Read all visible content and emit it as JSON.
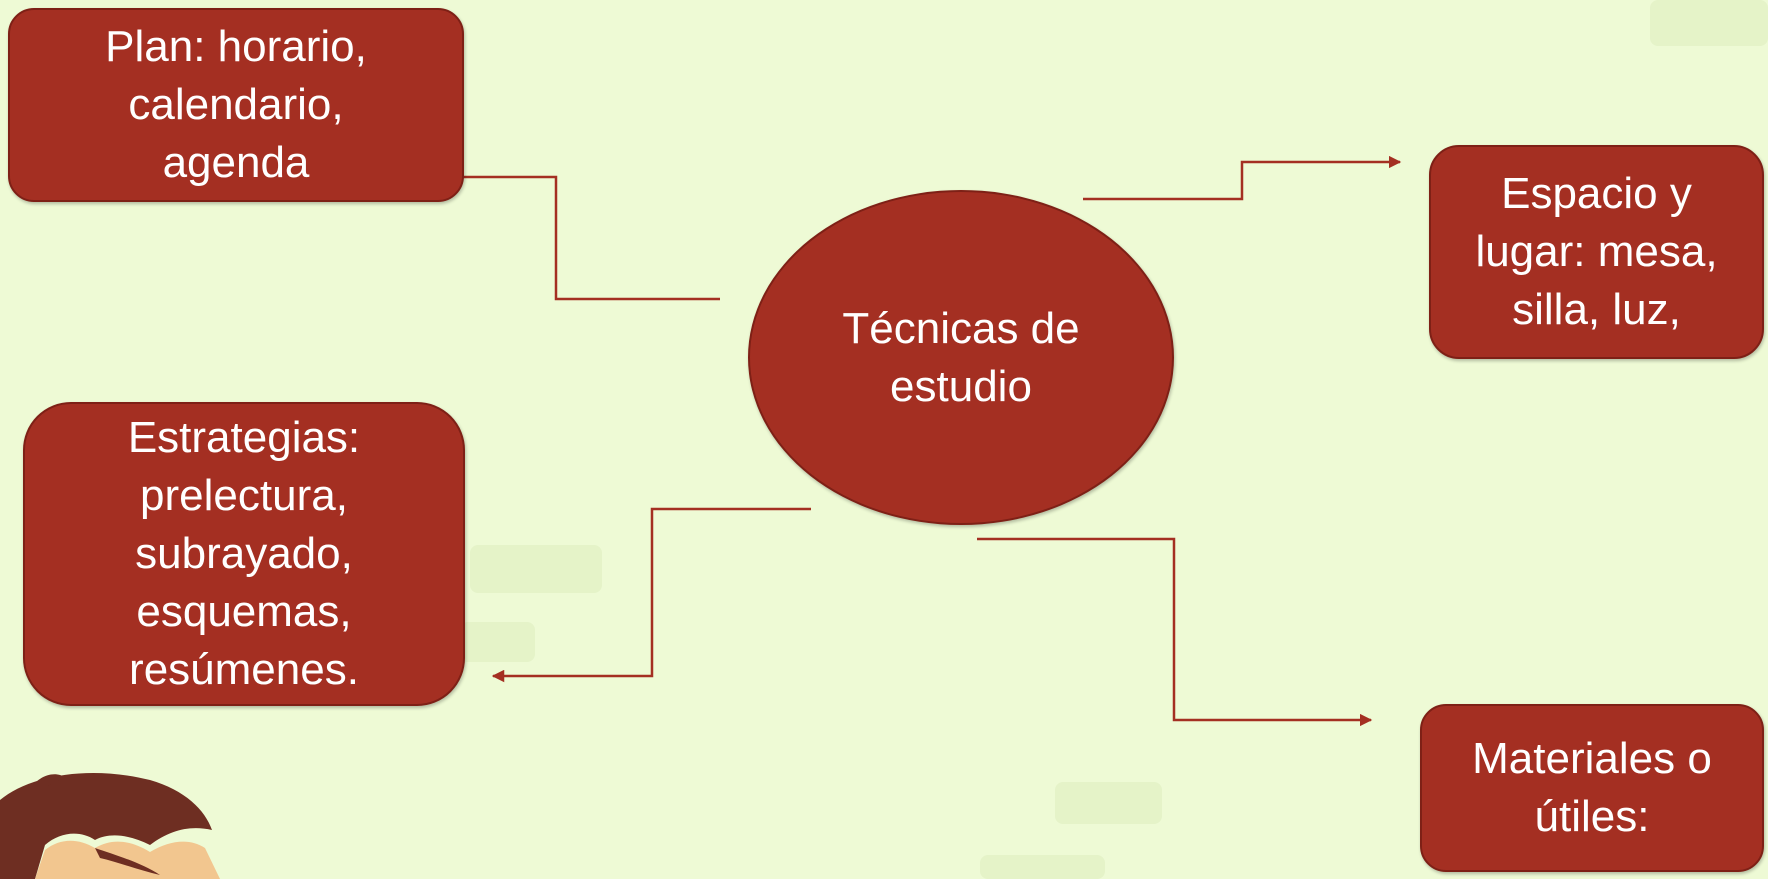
{
  "diagram": {
    "center": {
      "label": "Técnicas de\nestudio"
    },
    "nodes": {
      "plan": {
        "label": "Plan: horario,\ncalendario,\nagenda"
      },
      "espacio": {
        "label": "Espacio y\nlugar: mesa,\nsilla, luz,"
      },
      "estrategias": {
        "label": "Estrategias:\nprelectura,\nsubrayado,\nesquemas,\nresúmenes."
      },
      "materiales": {
        "label": "Materiales o\nútiles:"
      }
    },
    "colors": {
      "node_fill": "#a42f22",
      "node_border": "#7e2016",
      "connector": "#a42f22",
      "text": "#ffffff",
      "background": "#eefad5"
    }
  }
}
